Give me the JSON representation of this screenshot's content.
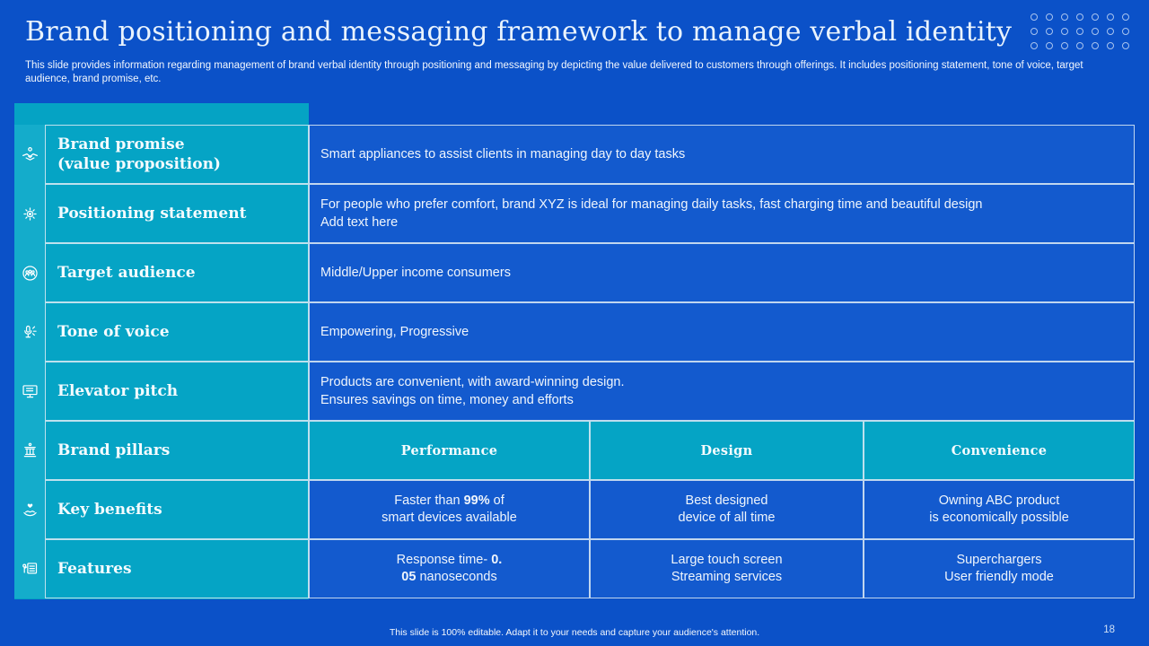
{
  "slide": {
    "title": "Brand positioning and messaging framework to manage verbal identity",
    "subtitle": "This slide provides information regarding management of brand verbal identity through positioning and messaging by depicting the value delivered to customers through offerings. It includes positioning statement, tone of voice, target audience, brand promise, etc.",
    "footer": "This slide is 100% editable.  Adapt it to your needs and capture your audience's attention.",
    "page_number": "18"
  },
  "colors": {
    "background": "#0B51C8",
    "teal_panel": "#05A3C4",
    "teal_cell": "#05A4C5",
    "blue_cell": "#135ACE",
    "border": "#DFECF5",
    "title_text": "#E9F3FD"
  },
  "table": {
    "rows": [
      {
        "icon": "handshake-icon",
        "label_line1": "Brand promise",
        "label_line2": "(value proposition)",
        "content": "Smart appliances to assist clients in managing day to day tasks"
      },
      {
        "icon": "sun-icon",
        "label": "Positioning statement",
        "content_line1": "For people who prefer comfort, brand XYZ is ideal for managing daily tasks, fast charging time and beautiful design",
        "content_line2": "Add text here"
      },
      {
        "icon": "audience-icon",
        "label": "Target audience",
        "content": "Middle/Upper income consumers"
      },
      {
        "icon": "microphone-icon",
        "label": "Tone of voice",
        "content": "Empowering, Progressive"
      },
      {
        "icon": "presentation-icon",
        "label": "Elevator pitch",
        "content_line1": "Products are convenient, with award-winning design.",
        "content_line2": "Ensures savings on time, money and efforts"
      }
    ],
    "pillars": {
      "icon": "pillars-icon",
      "label": "Brand pillars",
      "columns": {
        "0": "Performance",
        "1": "Design",
        "2": "Convenience"
      }
    },
    "key_benefits": {
      "icon": "hand-heart-icon",
      "label": "Key benefits",
      "performance": {
        "pre": "Faster than ",
        "bold": "99%",
        "post": " of",
        "line2": "smart devices available"
      },
      "design_line1": "Best designed",
      "design_line2": "device of all time",
      "convenience_line1": "Owning ABC product",
      "convenience_line2": "is economically possible"
    },
    "features": {
      "icon": "checklist-icon",
      "label": "Features",
      "performance": {
        "line1_pre": "Response time- ",
        "line1_bold": "0.",
        "line2_bold": "05",
        "line2_post": " nanoseconds"
      },
      "design_line1": "Large touch screen",
      "design_line2": "Streaming services",
      "convenience_line1": "Superchargers",
      "convenience_line2": "User friendly mode"
    }
  }
}
